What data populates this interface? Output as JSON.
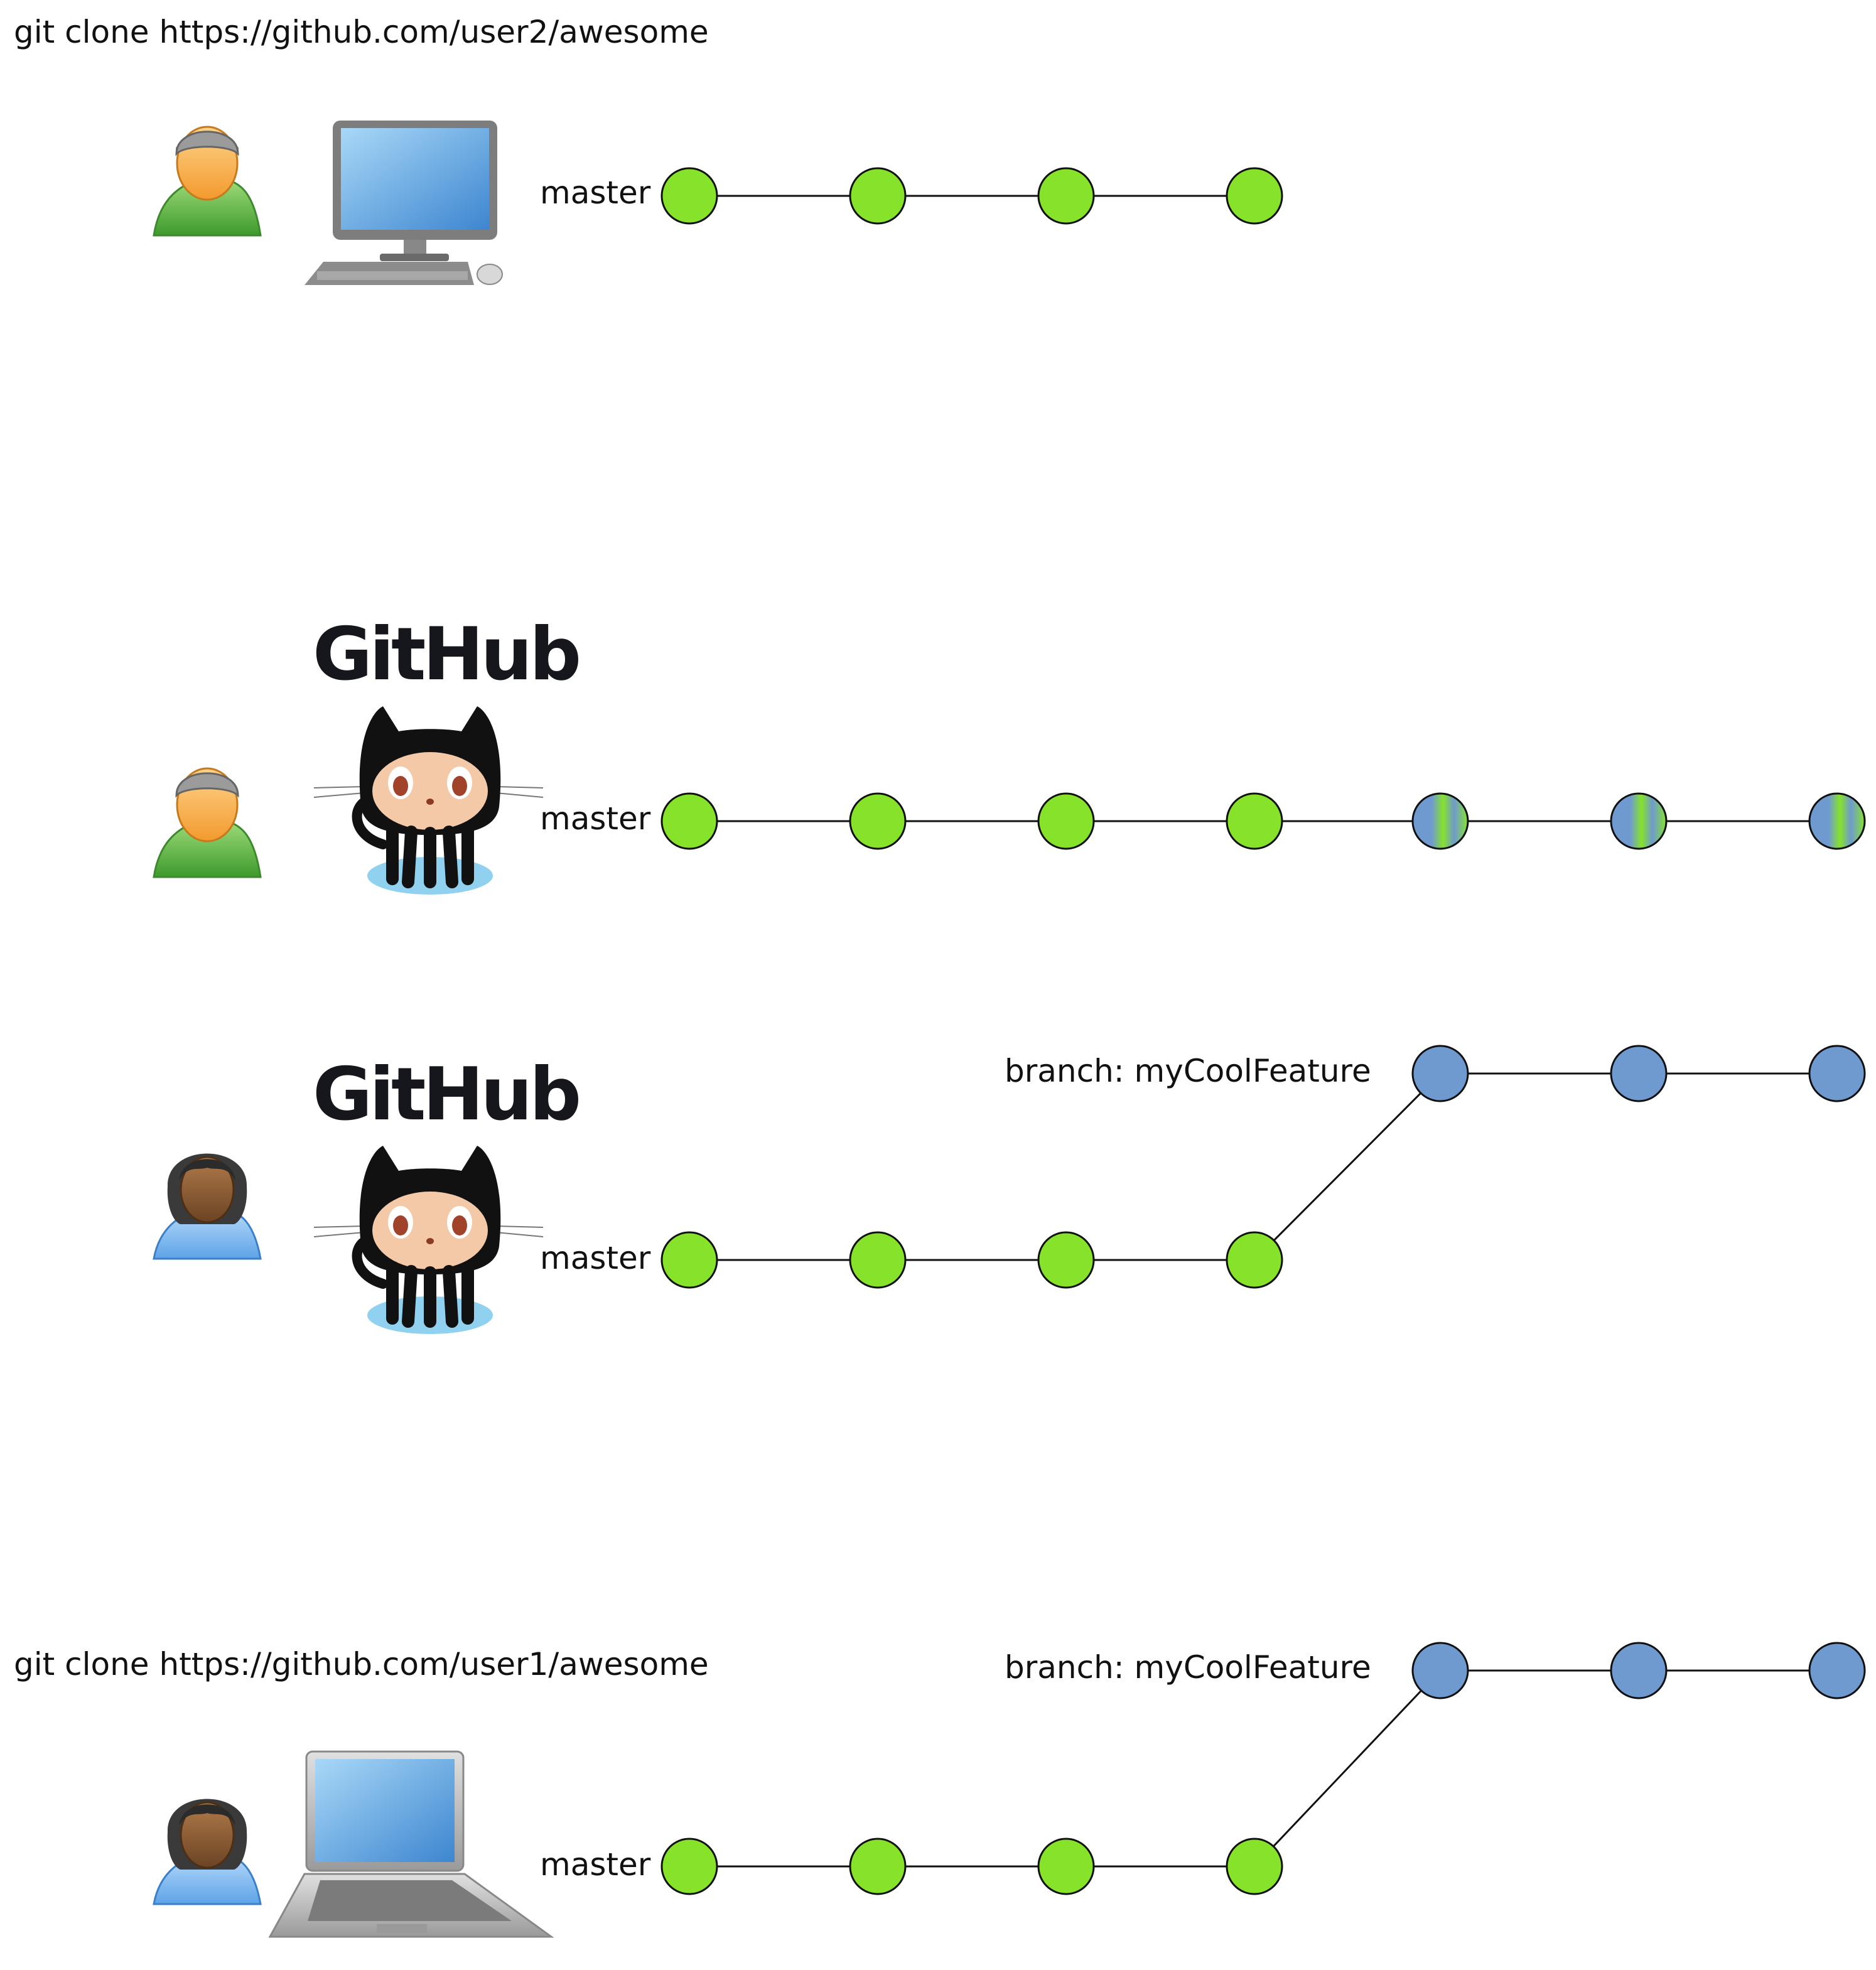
{
  "rows": [
    {
      "id": "user2-local",
      "command": "git clone https://github.com/user2/awesome",
      "user": "user-gray-cap-icon",
      "machine": "desktop-computer-icon",
      "show_github_logo": false,
      "master_label": "master",
      "master_commits": [
        "green",
        "green",
        "green",
        "green"
      ],
      "branch_label": null
    },
    {
      "id": "user2-github",
      "command": null,
      "user": "user-gray-cap-icon",
      "machine": "octocat-icon",
      "github_logo": "GitHub",
      "show_github_logo": true,
      "master_label": "master",
      "master_commits": [
        "green",
        "green",
        "green",
        "green",
        "mixed",
        "mixed",
        "mixed"
      ],
      "branch_label": null
    },
    {
      "id": "user1-github",
      "command": null,
      "user": "user-woman-icon",
      "machine": "octocat-icon",
      "github_logo": "GitHub",
      "show_github_logo": true,
      "master_label": "master",
      "master_commits": [
        "green",
        "green",
        "green",
        "green"
      ],
      "branch_label": "branch: myCoolFeature",
      "branch_commits": [
        "blue",
        "blue",
        "blue"
      ]
    },
    {
      "id": "user1-local",
      "command": "git clone https://github.com/user1/awesome",
      "user": "user-woman-icon",
      "machine": "laptop-icon",
      "show_github_logo": false,
      "master_label": "master",
      "master_commits": [
        "green",
        "green",
        "green",
        "green"
      ],
      "branch_label": "branch: myCoolFeature",
      "branch_commits": [
        "blue",
        "blue",
        "blue"
      ]
    }
  ],
  "colors": {
    "green": "#86e32a",
    "blue": "#6f9ad0",
    "mixed_a": "#6f9ad0",
    "mixed_b": "#86e32a",
    "stroke": "#111111"
  }
}
